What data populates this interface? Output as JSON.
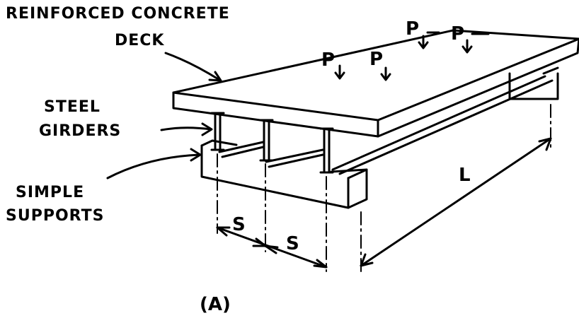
{
  "labels": {
    "deck_line1": "REINFORCED CONCRETE",
    "deck_line2": "DECK",
    "girders_line1": "STEEL",
    "girders_line2": "GIRDERS",
    "supports_line1": "SIMPLE",
    "supports_line2": "SUPPORTS",
    "load": "P",
    "spacing": "S",
    "span": "L",
    "caption": "(A)"
  },
  "colors": {
    "ink": "#000000",
    "paper": "#ffffff"
  }
}
